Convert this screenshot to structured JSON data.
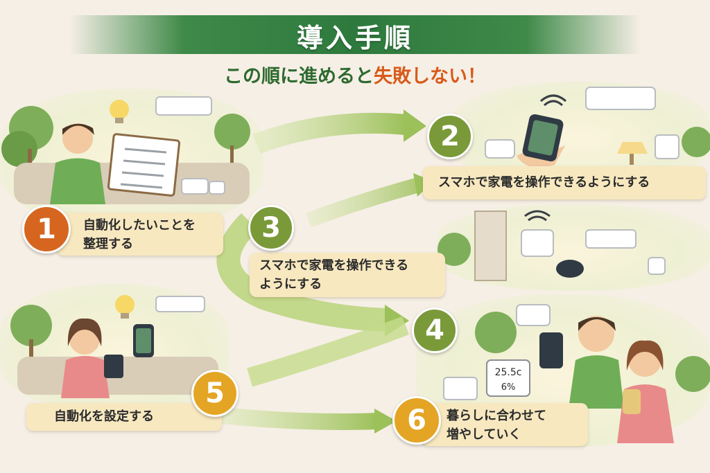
{
  "header": {
    "title": "導入手順",
    "subtitle_pre": "この順に進めると",
    "subtitle_accent": "失敗しない",
    "subtitle_post": "！"
  },
  "steps": [
    {
      "number": "1",
      "text_line1": "自動化したいことを",
      "text_line2": "整理する"
    },
    {
      "number": "2",
      "text_line1": "スマホで家電を操作できるようにする"
    },
    {
      "number": "3",
      "text_line1": "スマホで家電を操作できる",
      "text_line2": "ようにする"
    },
    {
      "number": "4"
    },
    {
      "number": "5",
      "text_line1": "自動化を設定する"
    },
    {
      "number": "6",
      "text_line1": "暮らしに合わせて",
      "text_line2": "増やしていく"
    }
  ],
  "devices": {
    "thermometer_temp": "25.5c",
    "thermometer_humidity": "6%"
  },
  "colors": {
    "title_green": "#2e7a3e",
    "subtitle_green": "#2e6a2f",
    "accent_orange": "#d85a1a",
    "arrow_green": "#a8c86a",
    "card_bg": "#f7e8c0"
  }
}
